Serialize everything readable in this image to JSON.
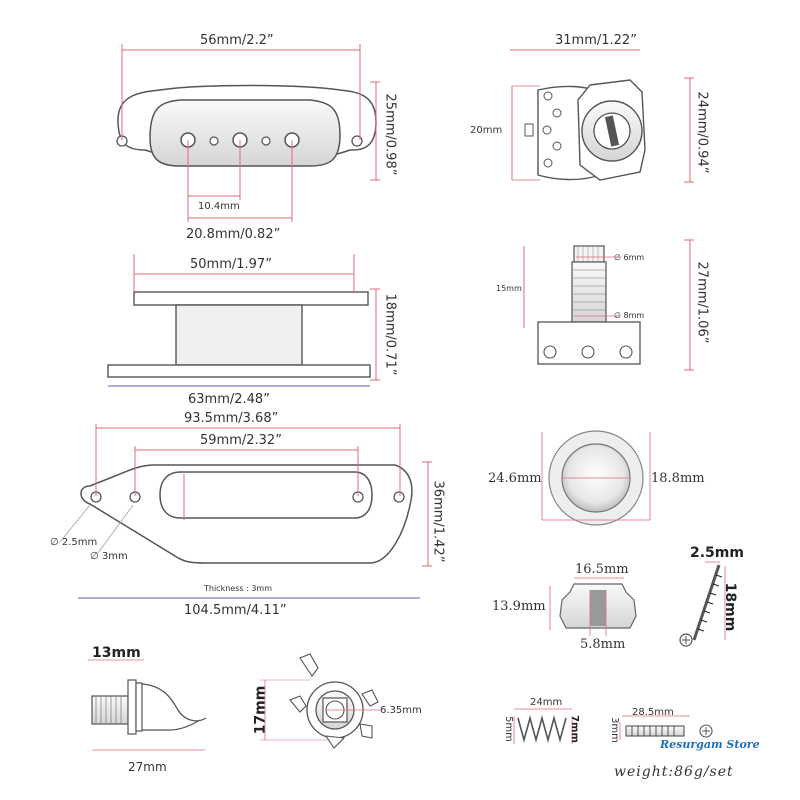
{
  "pickup_top": {
    "width": "56mm/2.2”",
    "height": "25mm/0.98”",
    "pole_gap": "10.4mm",
    "pole_span": "20.8mm/0.82”"
  },
  "pickup_side": {
    "top_width": "50mm/1.97”",
    "height": "18mm/0.71”",
    "base_width": "63mm/2.48”"
  },
  "mount_plate": {
    "outer_span": "93.5mm/3.68”",
    "slot_length": "59mm/2.32”",
    "height": "36mm/1.42”",
    "hole_small": "∅ 2.5mm",
    "hole_large": "∅ 3mm",
    "thickness": "Thickness : 3mm",
    "total_length": "104.5mm/4.11”"
  },
  "switch_top": {
    "width": "31mm/1.22”",
    "depth": "20mm",
    "height": "24mm/0.94”"
  },
  "pot": {
    "shaft_dia": "∅ 6mm",
    "thread_dia": "∅ 8mm",
    "shaft_len": "15mm",
    "height": "27mm/1.06”"
  },
  "knob_top": {
    "outer": "24.6mm",
    "inner": "18.8mm"
  },
  "knob_side": {
    "top_width": "16.5mm",
    "height": "13.9mm",
    "bore": "5.8mm"
  },
  "screw_long": {
    "dia": "2.5mm",
    "length": "18mm"
  },
  "jack_side": {
    "thread": "13mm",
    "length": "27mm"
  },
  "jack_front": {
    "height": "17mm",
    "bore": "6.35mm"
  },
  "spring": {
    "length": "24mm",
    "dia_small": "5mm",
    "dia_large": "7mm"
  },
  "screw_short": {
    "length": "28.5mm",
    "dia": "3mm"
  },
  "brand": "Resurgam Store",
  "weight": "weight:86g/set",
  "colors": {
    "dim_line": "#e06a7a",
    "blue_line": "#5a5aa8",
    "outline": "#555555",
    "part_fill": "#f2f2f2"
  }
}
